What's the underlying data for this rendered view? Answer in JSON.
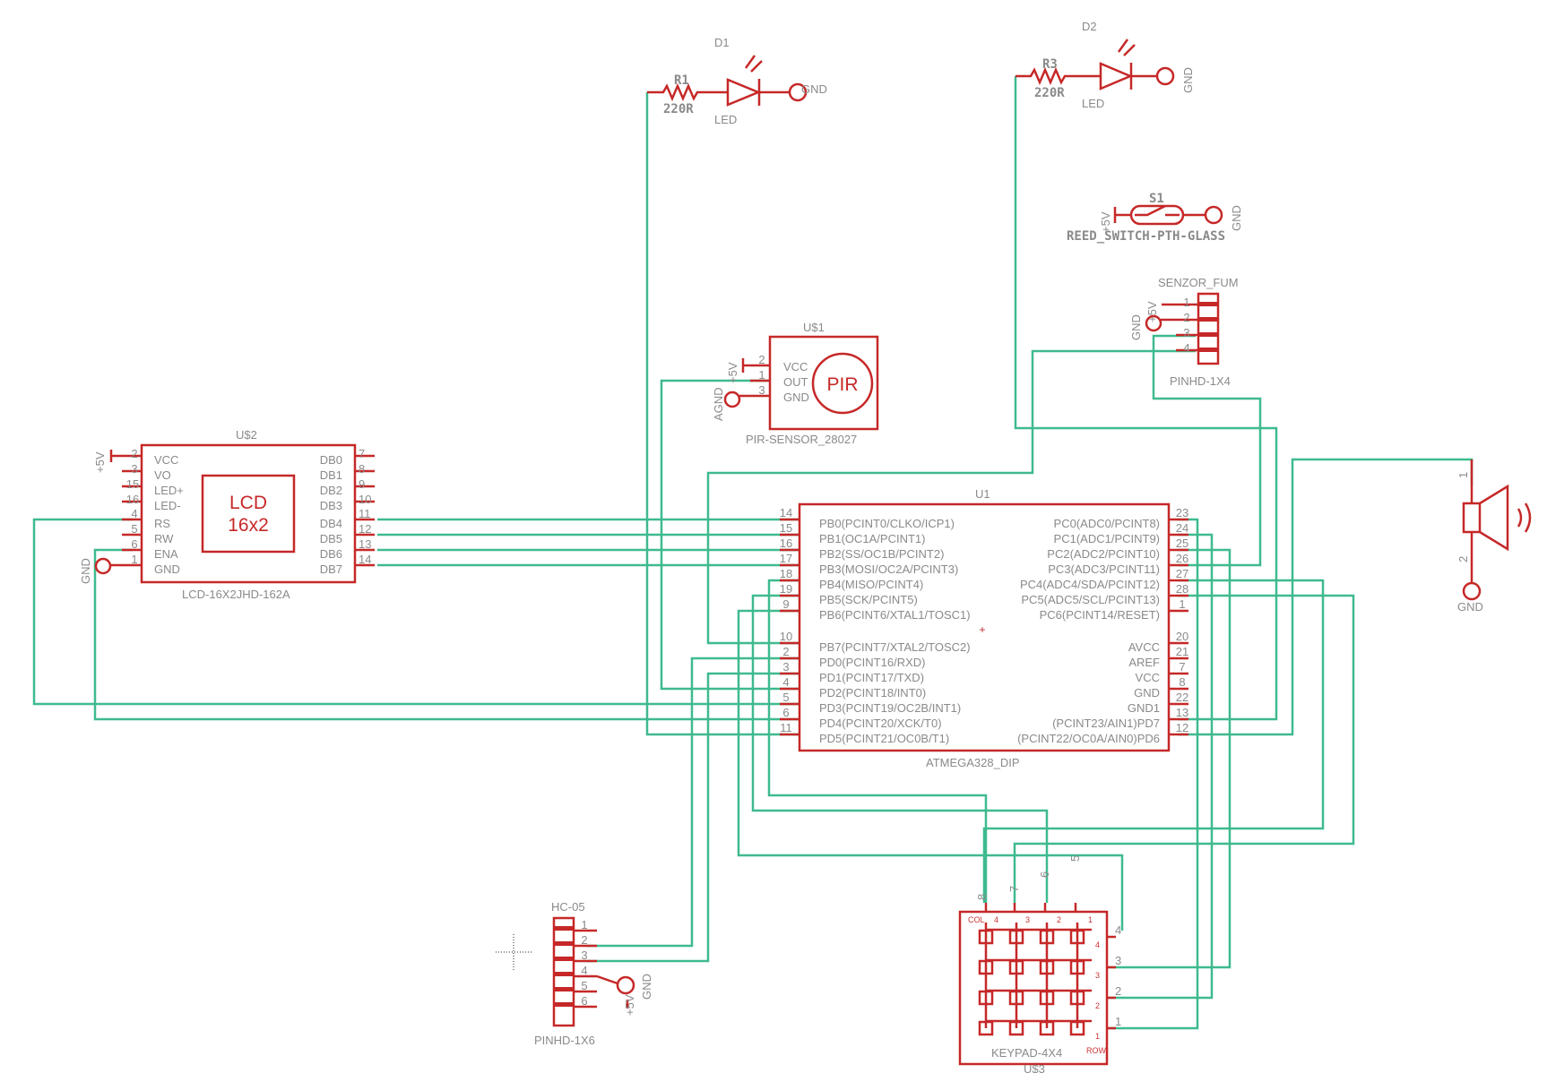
{
  "colors": {
    "part": "#c62828",
    "wire": "#3fba8e",
    "label": "#8a8a8a"
  },
  "mcu": {
    "name": "U1",
    "value": "ATMEGA328_DIP",
    "left_pins": [
      {
        "num": "14",
        "label": "PB0(PCINT0/CLKO/ICP1)"
      },
      {
        "num": "15",
        "label": "PB1(OC1A/PCINT1)"
      },
      {
        "num": "16",
        "label": "PB2(SS/OC1B/PCINT2)"
      },
      {
        "num": "17",
        "label": "PB3(MOSI/OC2A/PCINT3)"
      },
      {
        "num": "18",
        "label": "PB4(MISO/PCINT4)"
      },
      {
        "num": "19",
        "label": "PB5(SCK/PCINT5)"
      },
      {
        "num": "9",
        "label": "PB6(PCINT6/XTAL1/TOSC1)"
      },
      {
        "num": "10",
        "label": "PB7(PCINT7/XTAL2/TOSC2)"
      },
      {
        "num": "2",
        "label": "PD0(PCINT16/RXD)"
      },
      {
        "num": "3",
        "label": "PD1(PCINT17/TXD)"
      },
      {
        "num": "4",
        "label": "PD2(PCINT18/INT0)"
      },
      {
        "num": "5",
        "label": "PD3(PCINT19/OC2B/INT1)"
      },
      {
        "num": "6",
        "label": "PD4(PCINT20/XCK/T0)"
      },
      {
        "num": "11",
        "label": "PD5(PCINT21/OC0B/T1)"
      }
    ],
    "right_pins": [
      {
        "num": "23",
        "label": "PC0(ADC0/PCINT8)"
      },
      {
        "num": "24",
        "label": "PC1(ADC1/PCINT9)"
      },
      {
        "num": "25",
        "label": "PC2(ADC2/PCINT10)"
      },
      {
        "num": "26",
        "label": "PC3(ADC3/PCINT11)"
      },
      {
        "num": "27",
        "label": "PC4(ADC4/SDA/PCINT12)"
      },
      {
        "num": "28",
        "label": "PC5(ADC5/SCL/PCINT13)"
      },
      {
        "num": "1",
        "label": "PC6(PCINT14/RESET)"
      },
      {
        "num": "20",
        "label": "AVCC"
      },
      {
        "num": "21",
        "label": "AREF"
      },
      {
        "num": "7",
        "label": "VCC"
      },
      {
        "num": "8",
        "label": "GND"
      },
      {
        "num": "22",
        "label": "GND1"
      },
      {
        "num": "13",
        "label": "(PCINT23/AIN1)PD7"
      },
      {
        "num": "12",
        "label": "(PCINT22/OC0A/AIN0)PD6"
      }
    ]
  },
  "lcd": {
    "name": "U$2",
    "value": "LCD-16X2JHD-162A",
    "center_text": [
      "LCD",
      "16x2"
    ],
    "left_pins": [
      {
        "num": "2",
        "label": "VCC"
      },
      {
        "num": "3",
        "label": "VO"
      },
      {
        "num": "15",
        "label": "LED+"
      },
      {
        "num": "16",
        "label": "LED-"
      },
      {
        "num": "4",
        "label": "RS"
      },
      {
        "num": "5",
        "label": "RW"
      },
      {
        "num": "6",
        "label": "ENA"
      },
      {
        "num": "1",
        "label": "GND"
      }
    ],
    "right_pins": [
      {
        "num": "7",
        "label": "DB0"
      },
      {
        "num": "8",
        "label": "DB1"
      },
      {
        "num": "9",
        "label": "DB2"
      },
      {
        "num": "10",
        "label": "DB3"
      },
      {
        "num": "11",
        "label": "DB4"
      },
      {
        "num": "12",
        "label": "DB5"
      },
      {
        "num": "13",
        "label": "DB6"
      },
      {
        "num": "14",
        "label": "DB7"
      }
    ],
    "vcc_label": "+5V",
    "gnd_label": "GND"
  },
  "pir": {
    "name": "U$1",
    "value": "PIR-SENSOR_28027",
    "symbol_text": "PIR",
    "pins": [
      {
        "num": "2",
        "label": "VCC"
      },
      {
        "num": "1",
        "label": "OUT"
      },
      {
        "num": "3",
        "label": "GND"
      }
    ],
    "vcc_label": "+5V",
    "gnd_label": "AGND"
  },
  "led1": {
    "led_name": "D1",
    "led_value": "LED",
    "res_name": "R1",
    "res_value": "220R",
    "gnd_label": "GND"
  },
  "led2": {
    "led_name": "D2",
    "led_value": "LED",
    "res_name": "R3",
    "res_value": "220R",
    "gnd_label": "GND"
  },
  "reed": {
    "name": "S1",
    "value": "REED_SWITCH-PTH-GLASS",
    "vcc_label": "+5V",
    "gnd_label": "GND"
  },
  "smoke": {
    "name": "SENZOR_FUM",
    "value": "PINHD-1X4",
    "pins": [
      "1",
      "2",
      "3",
      "4"
    ],
    "vcc_label": "+5V",
    "gnd_label": "GND"
  },
  "hc05": {
    "name": "HC-05",
    "value": "PINHD-1X6",
    "pins": [
      "1",
      "2",
      "3",
      "4",
      "5",
      "6"
    ],
    "vcc_label": "+5V",
    "gnd_label": "GND"
  },
  "speaker": {
    "pins": [
      "1",
      "2"
    ],
    "gnd_label": "GND"
  },
  "keypad": {
    "name": "U$3",
    "value": "KEYPAD-4X4",
    "col_label": "COL",
    "row_label": "ROW",
    "top_pins": [
      "8",
      "7",
      "6",
      "5"
    ],
    "col_nums": [
      "4",
      "3",
      "2",
      "1"
    ],
    "right_pins": [
      "4",
      "3",
      "2",
      "1"
    ],
    "row_nums": [
      "4",
      "3",
      "2",
      "1"
    ]
  }
}
